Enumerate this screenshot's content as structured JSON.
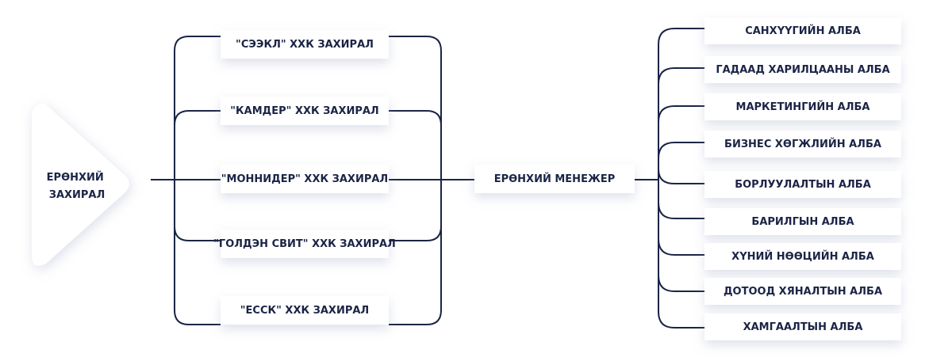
{
  "root": {
    "label_lines": [
      "ЕРӨНХИЙ",
      "ЗАХИРАЛ"
    ]
  },
  "directors": [
    {
      "label": "\"СЭЭКЛ\" ХХК ЗАХИРАЛ"
    },
    {
      "label": "\"КАМДЕР\" ХХК ЗАХИРАЛ"
    },
    {
      "label": "\"МОННИДЕР\" ХХК ЗАХИРАЛ"
    },
    {
      "label": "\"ГОЛДЭН СВИТ\" ХХК ЗАХИРАЛ"
    },
    {
      "label": "\"ЕССК\" ХХК ЗАХИРАЛ"
    }
  ],
  "manager": {
    "label": "ЕРӨНХИЙ МЕНЕЖЕР"
  },
  "departments": [
    {
      "label": "САНХҮҮГИЙН АЛБА"
    },
    {
      "label": "ГАДААД ХАРИЛЦААНЫ АЛБА"
    },
    {
      "label": "МАРКЕТИНГИЙН АЛБА"
    },
    {
      "label": "БИЗНЕС ХӨГЖЛИЙН АЛБА"
    },
    {
      "label": "БОРЛУУЛАЛТЫН АЛБА"
    },
    {
      "label": "БАРИЛГЫН АЛБА"
    },
    {
      "label": "ХҮНИЙ НӨӨЦИЙН АЛБА"
    },
    {
      "label": "ДОТООД ХЯНАЛТЫН АЛБА"
    },
    {
      "label": "ХАМГААЛТЫН АЛБА"
    }
  ],
  "colors": {
    "line": "#1b2446",
    "text": "#1b2446",
    "card": "#ffffff",
    "shadow": "#9aa3c0"
  }
}
